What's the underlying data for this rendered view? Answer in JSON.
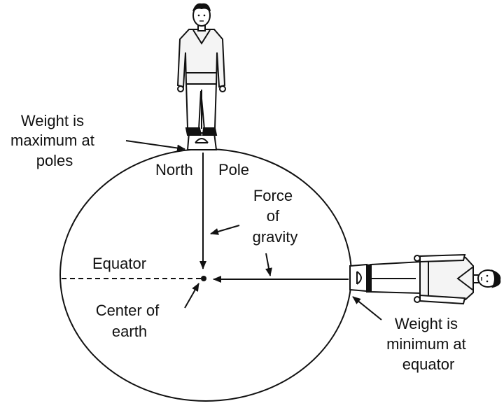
{
  "labels": {
    "weight_max": [
      "Weight is",
      "maximum at",
      "poles"
    ],
    "north": "North",
    "pole": "Pole",
    "force": [
      "Force",
      "of",
      "gravity"
    ],
    "equator": "Equator",
    "center": [
      "Center of",
      "earth"
    ],
    "weight_min": [
      "Weight is",
      "minimum at",
      "equator"
    ]
  },
  "colors": {
    "ink": "#111111",
    "paper": "#ffffff",
    "sweater": "#f4f4f4"
  }
}
